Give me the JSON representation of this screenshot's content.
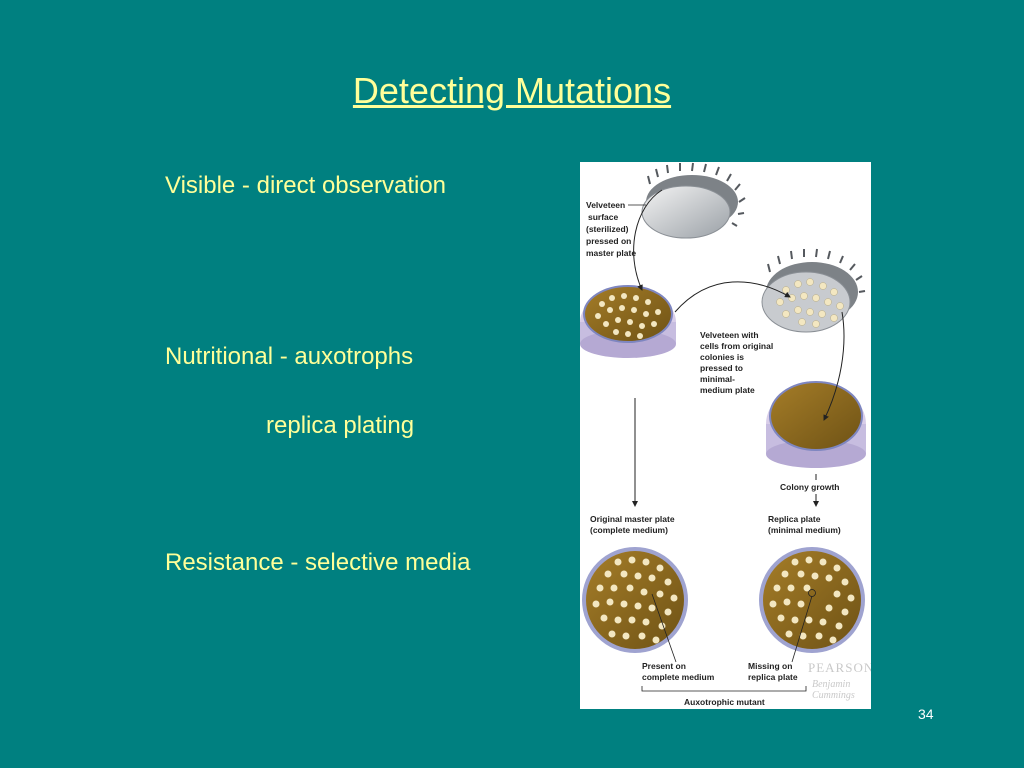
{
  "slide": {
    "title": "Detecting Mutations",
    "bullets": [
      "Visible - direct observation",
      "Nutritional - auxotrophs",
      "replica plating",
      "Resistance - selective media"
    ],
    "page_number": "34"
  },
  "figure": {
    "labels": {
      "velveteen_surface": [
        "Velveteen",
        "surface",
        "(sterilized)",
        "pressed on",
        "master plate"
      ],
      "velveteen_cells": [
        "Velveteen with",
        "cells from original",
        "colonies is",
        "pressed to",
        "minimal-",
        "medium plate"
      ],
      "colony_growth": "Colony growth",
      "original_master": [
        "Original master plate",
        "(complete medium)"
      ],
      "replica_plate": [
        "Replica plate",
        "(minimal medium)"
      ],
      "present": [
        "Present on",
        "complete medium"
      ],
      "missing": [
        "Missing on",
        "replica plate"
      ],
      "auxotrophic": "Auxotrophic mutant"
    },
    "publisher": {
      "pearson": "PEARSON",
      "imprint": [
        "Benjamin",
        "Cummings"
      ]
    },
    "colors": {
      "agar": "#8b6a1f",
      "plate_rim": "#8a8ec8",
      "colony": "#f3e7c1"
    }
  }
}
